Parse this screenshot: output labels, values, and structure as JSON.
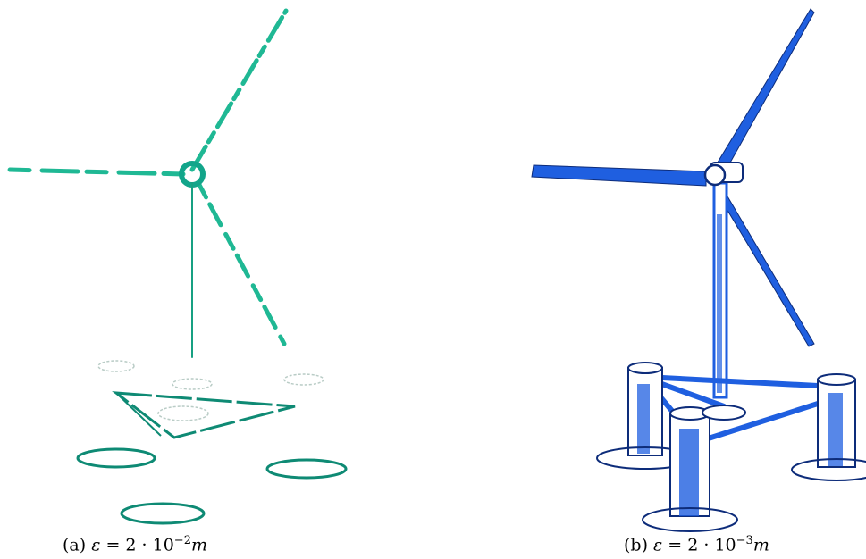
{
  "figure": {
    "panels": [
      {
        "id": "a",
        "caption_label": "(a)",
        "caption_lhs": "ε",
        "caption_eq": " = 2 · 10",
        "caption_exp": "−2",
        "caption_unit": "m",
        "color": "#1fb894",
        "dark_color": "#0e8a74",
        "icon": "wind-turbine-sparse-point-cloud"
      },
      {
        "id": "b",
        "caption_label": "(b)",
        "caption_lhs": "ε",
        "caption_eq": " = 2 · 10",
        "caption_exp": "−3",
        "caption_unit": "m",
        "color": "#1f5fe0",
        "dark_color": "#0d2c7a",
        "icon": "wind-turbine-dense-point-cloud"
      }
    ]
  }
}
